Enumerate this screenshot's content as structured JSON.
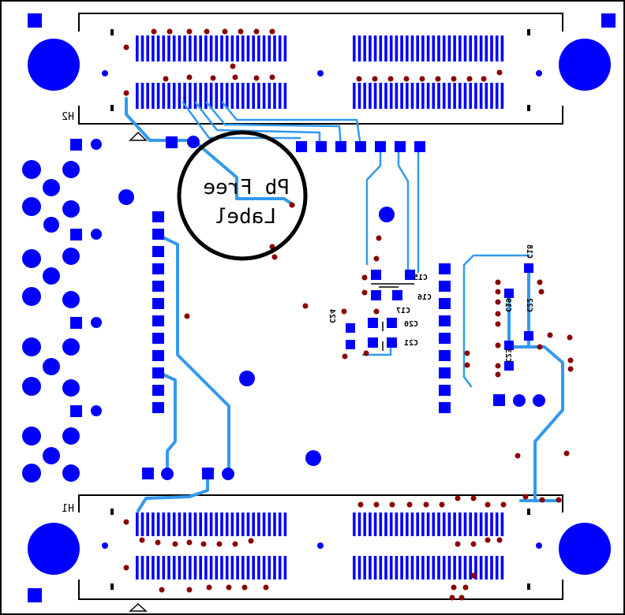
{
  "board": {
    "colors": {
      "pad": "#0000ff",
      "trace": "#3399ee",
      "via": "#8b0000",
      "silkscreen": "#000000",
      "background": "#ffffff"
    },
    "headers": [
      {
        "ref": "H2"
      },
      {
        "ref": "H1"
      }
    ],
    "label_circle": {
      "line1": "Pb Free",
      "line2": "Label"
    },
    "components": [
      "C15",
      "C16",
      "C17",
      "C20",
      "C21",
      "C24",
      "C18",
      "C19",
      "C22",
      "C23"
    ]
  }
}
